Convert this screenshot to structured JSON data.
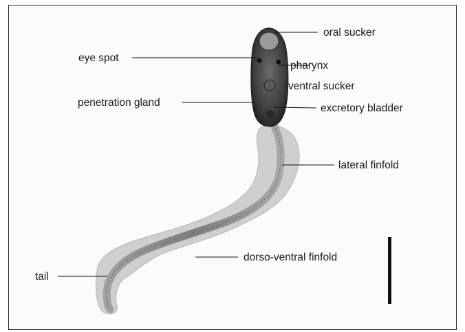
{
  "labels": {
    "oral_sucker": "oral sucker",
    "eye_spot": "eye spot",
    "pharynx": "pharynx",
    "ventral_sucker": "ventral sucker",
    "penetration_gland": "penetration gland",
    "excretory_bladder": "excretory bladder",
    "lateral_finfold": "lateral finfold",
    "dorso_ventral_finfold": "dorso-ventral finfold",
    "tail": "tail"
  },
  "colors": {
    "body": "#4a4a4a",
    "finfold": "#c9c9c9",
    "tail": "#8f8f8f",
    "scale_bar": "#111111"
  }
}
